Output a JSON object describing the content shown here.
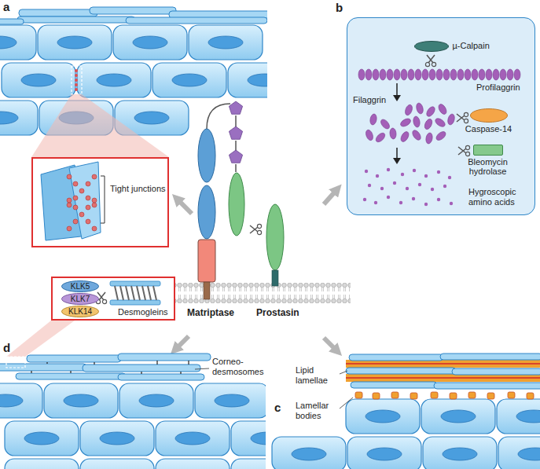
{
  "diagram": {
    "nodes": [
      {
        "text": [
          "b"
        ]
      },
      {
        "text": [
          "µ-Calpain"
        ],
        "in": 0
      },
      {
        "text": [
          "Caspase-14"
        ],
        "in": 0
      },
      {
        "text": [
          "Bleomycin hydrolase"
        ],
        "in": 0
      },
      {
        "text": [
          "Tight junctions"
        ]
      },
      {
        "text": [
          "Desmogleins"
        ]
      },
      {
        "text": [
          "KLK5"
        ],
        "in": 5
      },
      {
        "text": [
          "KLK7"
        ],
        "in": 5
      },
      {
        "text": [
          "KLK14"
        ],
        "in": 5
      }
    ],
    "labels": [
      "a",
      "c",
      "d",
      "Profilaggrin",
      "Filaggrin",
      "Hygroscopic amino acids",
      "Matriptase",
      "Prostasin",
      "Corneo-desmosomes",
      "Lipid lamellae",
      "Lamellar bodies"
    ]
  }
}
